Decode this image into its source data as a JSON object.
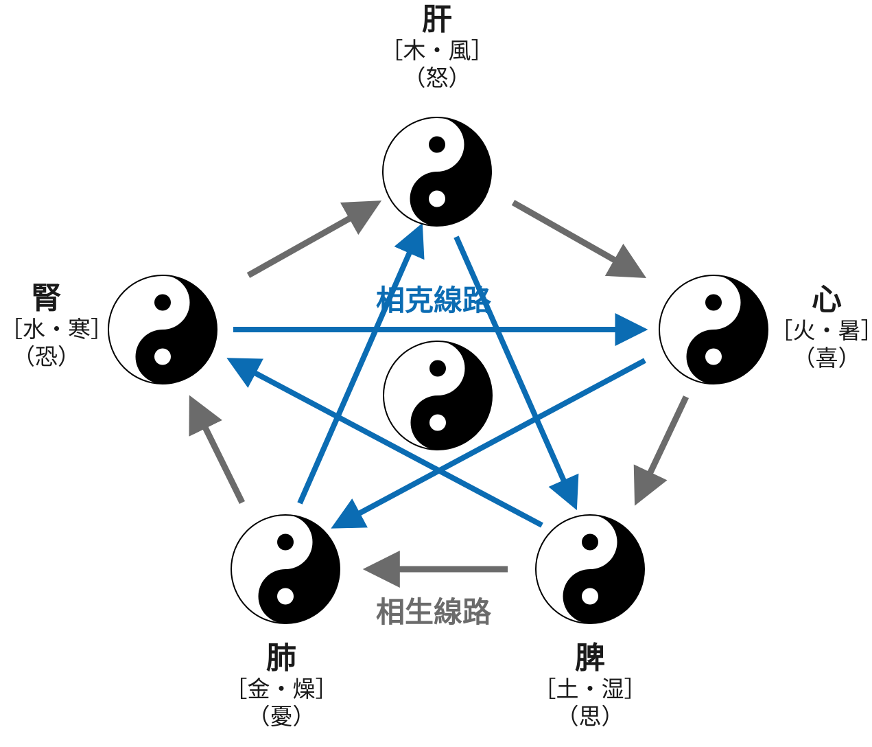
{
  "colors": {
    "sheng": "#6b6b6b",
    "ke": "#0b6cb3",
    "text": "#1a1a1a"
  },
  "routes": {
    "ke_label": "相克線路",
    "sheng_label": "相生線路"
  },
  "nodes": [
    {
      "organ": "肝",
      "attr": "［木・風］",
      "emotion": "（怒）"
    },
    {
      "organ": "心",
      "attr": "［火・暑］",
      "emotion": "（喜）"
    },
    {
      "organ": "脾",
      "attr": "［土・湿］",
      "emotion": "（思）"
    },
    {
      "organ": "肺",
      "attr": "［金・燥］",
      "emotion": "（憂）"
    },
    {
      "organ": "腎",
      "attr": "［水・寒］",
      "emotion": "（恐）"
    }
  ],
  "icons": {
    "node": "yin-yang-icon",
    "center": "yin-yang-icon"
  }
}
